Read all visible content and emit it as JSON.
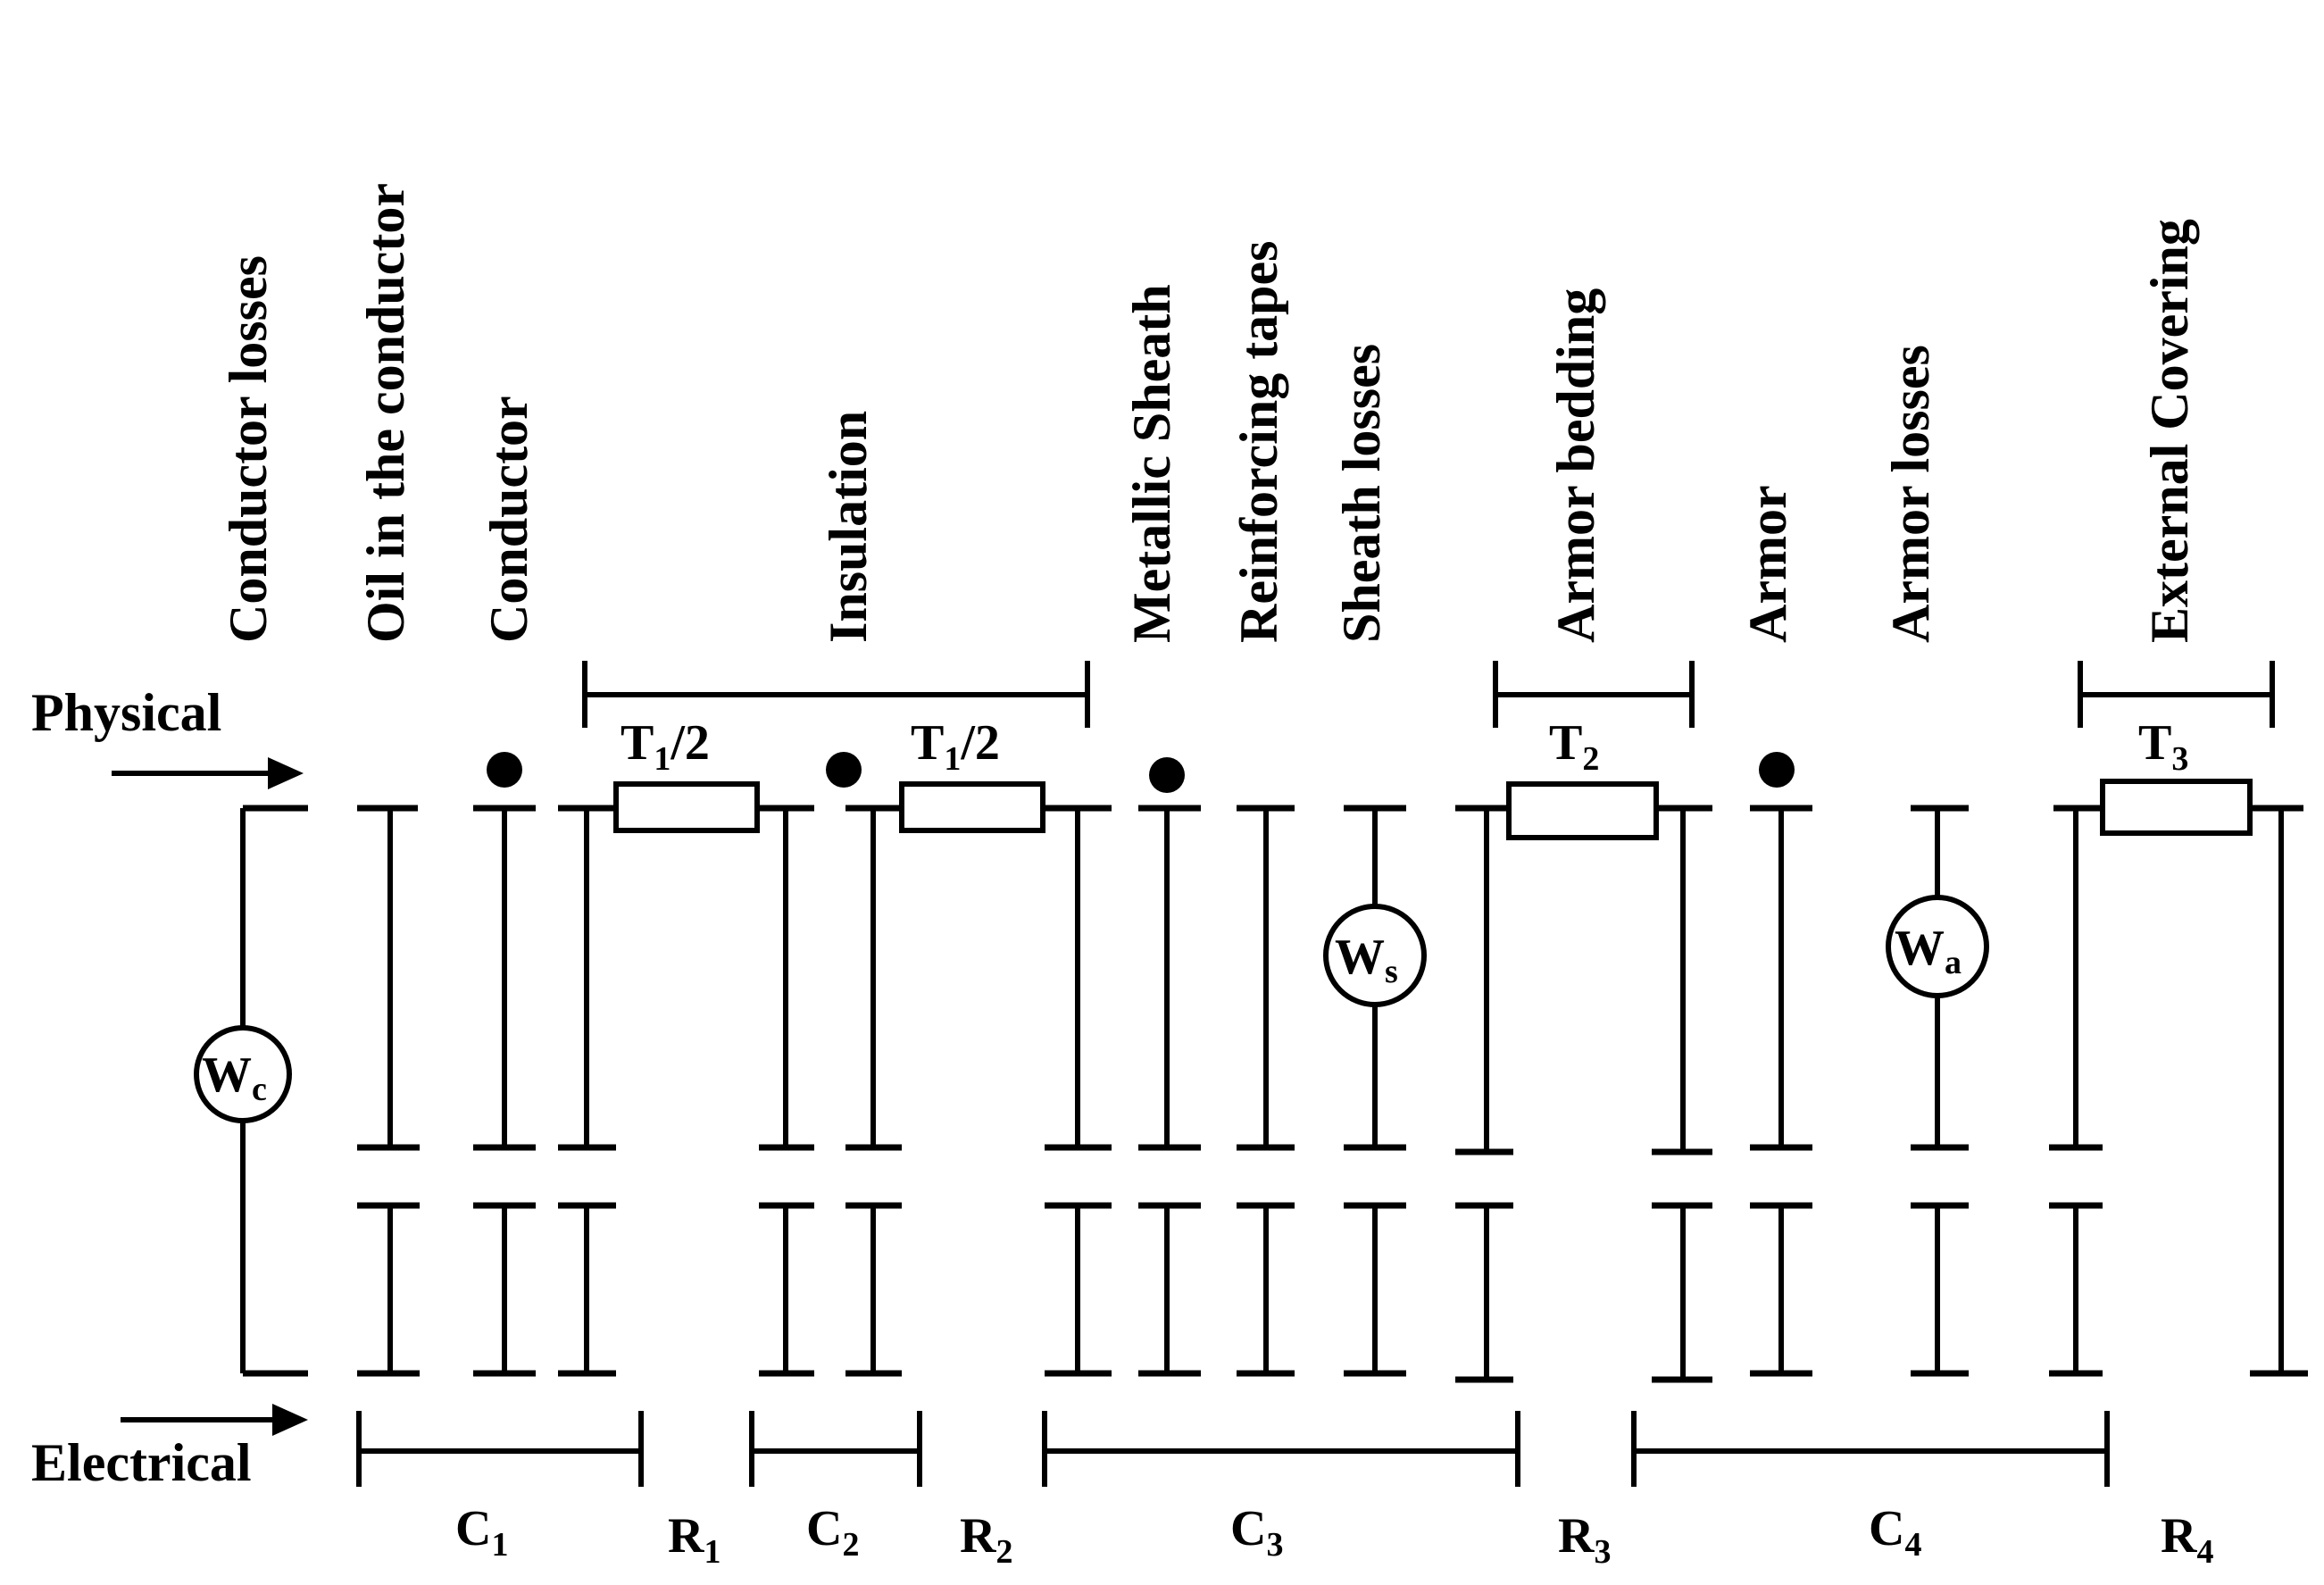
{
  "labels": {
    "physical": "Physical",
    "electrical": "Electrical"
  },
  "columns": {
    "conductor_losses": "Conductor losses",
    "oil_in_conductor": "Oil in the conductor",
    "conductor": "Conductor",
    "insulation": "Insulation",
    "metallic_sheath": "Metallic Sheath",
    "reinforcing_tapes": "Reinforcing tapes",
    "sheath_losses": "Sheath losses",
    "armor_bedding": "Armor bedding",
    "armor": "Armor",
    "armor_losses": "Armor losses",
    "external_covering": "External Covering"
  },
  "thermal_resistances": {
    "t1a": {
      "main": "T",
      "sub": "1",
      "tail": "/2"
    },
    "t1b": {
      "main": "T",
      "sub": "1",
      "tail": "/2"
    },
    "t2": {
      "main": "T",
      "sub": "2"
    },
    "t3": {
      "main": "T",
      "sub": "3"
    }
  },
  "sources": {
    "wc": {
      "main": "W",
      "sub": "c"
    },
    "ws": {
      "main": "W",
      "sub": "s"
    },
    "wa": {
      "main": "W",
      "sub": "a"
    }
  },
  "electrical": {
    "c1": {
      "main": "C",
      "sub": "1"
    },
    "r1": {
      "main": "R",
      "sub": "1"
    },
    "c2": {
      "main": "C",
      "sub": "2"
    },
    "r2": {
      "main": "R",
      "sub": "2"
    },
    "c3": {
      "main": "C",
      "sub": "3"
    },
    "r3": {
      "main": "R",
      "sub": "3"
    },
    "c4": {
      "main": "C",
      "sub": "4"
    },
    "r4": {
      "main": "R",
      "sub": "4"
    }
  }
}
